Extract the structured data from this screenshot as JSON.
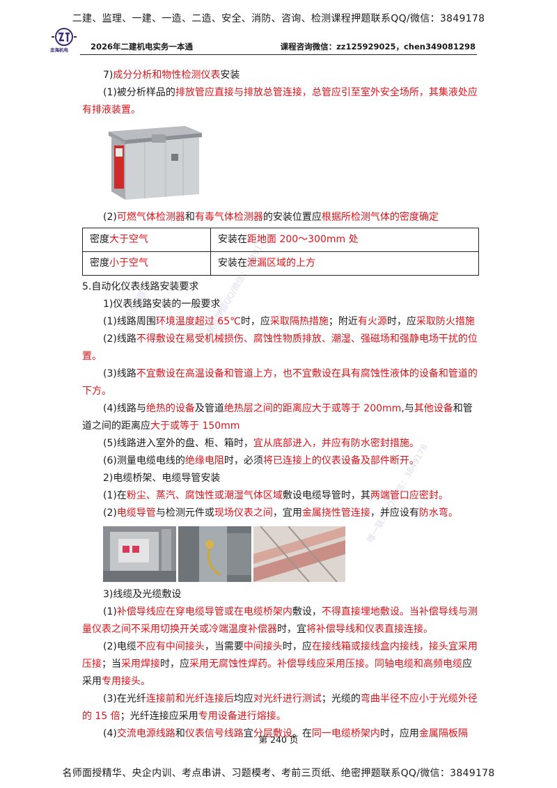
{
  "banner_top": "二建、监理、一建、一造、二造、安全、消防、咨询、检测课程押题联系QQ/微信：3849178",
  "logo": {
    "text": "忠海机电"
  },
  "header": {
    "left": "2026年二建机电实务一本通",
    "right": "课程咨询微信：zz125929025，chen349081298"
  },
  "section7": {
    "num": "7)",
    "title_red": "成分分析和物性检测仪表",
    "title_tail": "安装",
    "p1_a": "(1)被分析样品的",
    "p1_b": "排放管应直接与排放总管连接，总管应引至室外安全场所，其集液处应有排液装置。",
    "p2_a": "(2)",
    "p2_b": "可燃气体检测器",
    "p2_c": "和",
    "p2_d": "有毒气体检测器",
    "p2_e": "的安装位置应",
    "p2_f": "根据所检测气体的密度确定"
  },
  "gas_table": {
    "rows": [
      {
        "c1_a": "密度",
        "c1_b": "大于空气",
        "c2_a": "安装在",
        "c2_b": "距地面 200～300mm 处"
      },
      {
        "c1_a": "密度",
        "c1_b": "小于空气",
        "c2_a": "安装在",
        "c2_b": "泄漏区域的上方"
      }
    ]
  },
  "section5": {
    "title": "5.自动化仪表线路安装要求",
    "sub1": "1)仪表线路安装的一般要求",
    "l1_a": "(1)线路周围",
    "l1_b": "环境温度超过 65℃",
    "l1_c": "时，应",
    "l1_d": "采取隔热措施",
    "l1_e": "；附近",
    "l1_f": "有火源",
    "l1_g": "时，应",
    "l1_h": "采取防火措施",
    "l2_a": "(2)线路",
    "l2_b": "不得敷设在易受机械损伤、腐蚀性物质排放、潮湿、强磁场和强静电场干扰的位置。",
    "l3_a": "(3)线路",
    "l3_b": "不宜敷设在高温设备和管道上方，也不宜敷设在具有腐蚀性液体的设备和管道的下方。",
    "l4_a": "(4)线路与",
    "l4_b": "绝热的设备",
    "l4_c": "及管道",
    "l4_d": "绝热层之间的距离应大于或等于 200mm",
    "l4_e": ",与",
    "l4_f": "其他设备",
    "l4_g": "和管道之间的距离应",
    "l4_h": "大于或等于 150mm",
    "l5_a": "(5)线路进入室外的盘、柜、箱时，",
    "l5_b": "宜从底部进入，并应有防水密封措施。",
    "l6_a": "(6)测量电缆电线的",
    "l6_b": "绝缘电阻",
    "l6_c": "时，必须",
    "l6_d": "将已连接上的仪表设备及部件断开。",
    "sub2": "2)电缆桥架、电缆导管安装",
    "m1_a": "(1)在",
    "m1_b": "粉尘、蒸汽、腐蚀性或潮湿气体区域",
    "m1_c": "敷设电缆导管时，其",
    "m1_d": "两端管口应密封。",
    "m2_a": "(2)",
    "m2_b": "电缆导管",
    "m2_c": "与检测元件或",
    "m2_d": "现场仪表之间",
    "m2_e": "，宜用",
    "m2_f": "金属挠性管连接",
    "m2_g": "，并应设有",
    "m2_h": "防水弯。",
    "sub3": "3)线缆及光缆敷设",
    "n1_a": "(1)",
    "n1_b": "补偿导线应在穿电缆导管或在电缆桥架内",
    "n1_c": "敷设，",
    "n1_d": "不得直接埋地敷设。当补偿导线与测量仪表之间不采用切换开关或冷端温度补偿器",
    "n1_e": "时，宜",
    "n1_f": "将补偿导线和仪表直接连接。",
    "n2_a": "(2)电缆",
    "n2_b": "不应有中间接头",
    "n2_c": "，当需要",
    "n2_d": "中间接头",
    "n2_e": "时，应",
    "n2_f": "在接线箱或接线盒内接线，接头宜采用压接",
    "n2_g": "；当",
    "n2_h": "采用焊接",
    "n2_i": "时，应",
    "n2_j": "采用无腐蚀性焊药。补偿导线应采用压接。同轴电缆和高频电缆",
    "n2_k": "应采用",
    "n2_l": "专用接头。",
    "n3_a": "(3)在光纤",
    "n3_b": "连接前和光纤连接后",
    "n3_c": "均应",
    "n3_d": "对光纤进行测试",
    "n3_e": "；光缆的",
    "n3_f": "弯曲半径不应小于光缆外径的 15 倍",
    "n3_g": "；光纤连接应采用",
    "n3_h": "专用设备进行熔接。",
    "n4_a": "(4)",
    "n4_b": "交流电源线路",
    "n4_c": "和",
    "n4_d": "仪表信号线路",
    "n4_e": "宜",
    "n4_f": "分层敷设",
    "n4_g": "。在",
    "n4_h": "同一电缆桥架内",
    "n4_i": "时，应用",
    "n4_j": "金属隔板隔"
  },
  "page_number": "第 240 页",
  "banner_bottom": "名师面授精华、央企内训、考点串讲、习题模考、考前三页纸、绝密押题联系QQ/微信：3849178",
  "watermarks": [
    "精准押题QQ/微信：3849178",
    "精准押题",
    "唯一联系QQ/微信：3849178"
  ],
  "colors": {
    "highlight": "#d9141b",
    "text": "#1a1a1a"
  }
}
